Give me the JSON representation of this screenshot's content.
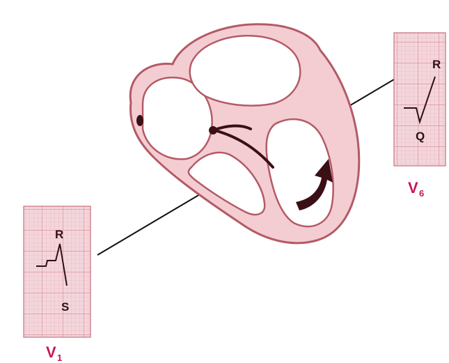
{
  "colors": {
    "grid_fill": "#f3d6dc",
    "grid_line": "#d9858f",
    "heart_fill": "#f4cdd3",
    "heart_outline": "#b35a66",
    "conduction": "#3a0f16",
    "lead_label": "#c2185b",
    "lead_axis": "#111111"
  },
  "leads": {
    "v1": {
      "label_main": "V",
      "label_sub": "1",
      "wave_peak": "R",
      "wave_trough": "S"
    },
    "v6": {
      "label_main": "V",
      "label_sub": "6",
      "wave_peak": "R",
      "wave_trough": "Q"
    }
  },
  "icons": {
    "activation_arrow": "curved-arrow-icon",
    "sa_node": "dot-icon",
    "av_node": "dot-icon"
  }
}
